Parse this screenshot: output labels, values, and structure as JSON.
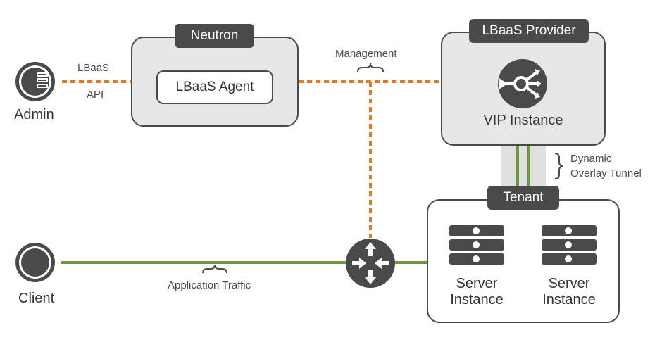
{
  "nodes": {
    "admin": {
      "label": "Admin",
      "icon": "admin-user-server-icon"
    },
    "client": {
      "label": "Client",
      "icon": "user-icon"
    },
    "neutron": {
      "title": "Neutron",
      "agent": "LBaaS Agent"
    },
    "lbaas_provider": {
      "title": "LBaaS Provider",
      "vip": "VIP Instance",
      "icon": "load-balancer-icon"
    },
    "tenant": {
      "title": "Tenant",
      "servers": [
        {
          "label_line1": "Server",
          "label_line2": "Instance"
        },
        {
          "label_line1": "Server",
          "label_line2": "Instance"
        }
      ]
    },
    "router": {
      "icon": "router-icon"
    }
  },
  "links": {
    "lbaas_api": {
      "line1": "LBaaS",
      "line2": "API"
    },
    "management": "Management",
    "overlay": {
      "line1": "Dynamic",
      "line2": "Overlay Tunnel"
    },
    "application": "Application Traffic"
  },
  "colors": {
    "management": "#e07b25",
    "traffic": "#6a9a3a",
    "box_fill": "#e6e6e6",
    "dark": "#4a4a4a"
  }
}
